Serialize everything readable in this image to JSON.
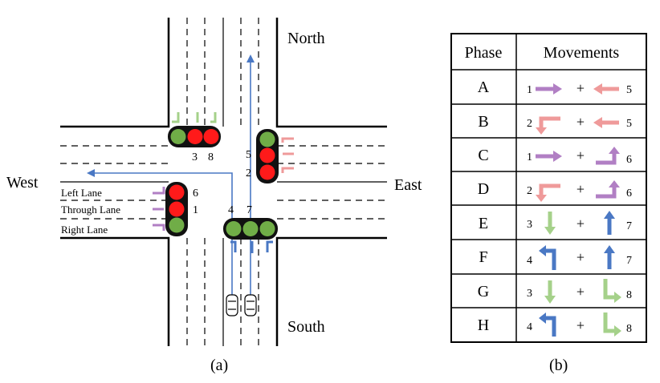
{
  "intersection": {
    "directions": {
      "north": "North",
      "south": "South",
      "east": "East",
      "west": "West"
    },
    "lane_labels": {
      "left": "Left Lane",
      "through": "Through Lane",
      "right": "Right Lane"
    },
    "signal_numbers": {
      "north": [
        "3",
        "8"
      ],
      "east": [
        "5",
        "2"
      ],
      "west": [
        "6",
        "1"
      ],
      "south": [
        "4",
        "7"
      ]
    },
    "caption": "(a)"
  },
  "phase_table": {
    "headers": {
      "phase": "Phase",
      "movements": "Movements"
    },
    "plus": "+",
    "rows": [
      {
        "phase": "A",
        "m1": "1",
        "m2": "5"
      },
      {
        "phase": "B",
        "m1": "2",
        "m2": "5"
      },
      {
        "phase": "C",
        "m1": "1",
        "m2": "6"
      },
      {
        "phase": "D",
        "m1": "2",
        "m2": "6"
      },
      {
        "phase": "E",
        "m1": "3",
        "m2": "7"
      },
      {
        "phase": "F",
        "m1": "4",
        "m2": "7"
      },
      {
        "phase": "G",
        "m1": "3",
        "m2": "8"
      },
      {
        "phase": "H",
        "m1": "4",
        "m2": "8"
      }
    ],
    "caption": "(b)"
  },
  "colors": {
    "movement_1": "#b17fc4",
    "movement_2": "#ef9a9a",
    "movement_3": "#a5d18a",
    "movement_4": "#4a78c4",
    "movement_5": "#ef9a9a",
    "movement_6": "#b17fc4",
    "movement_7": "#4a78c4",
    "movement_8": "#a5d18a",
    "signal_red": "#ff1a1a",
    "signal_green": "#70ad47",
    "vehicle_path": "#4a78c4"
  }
}
